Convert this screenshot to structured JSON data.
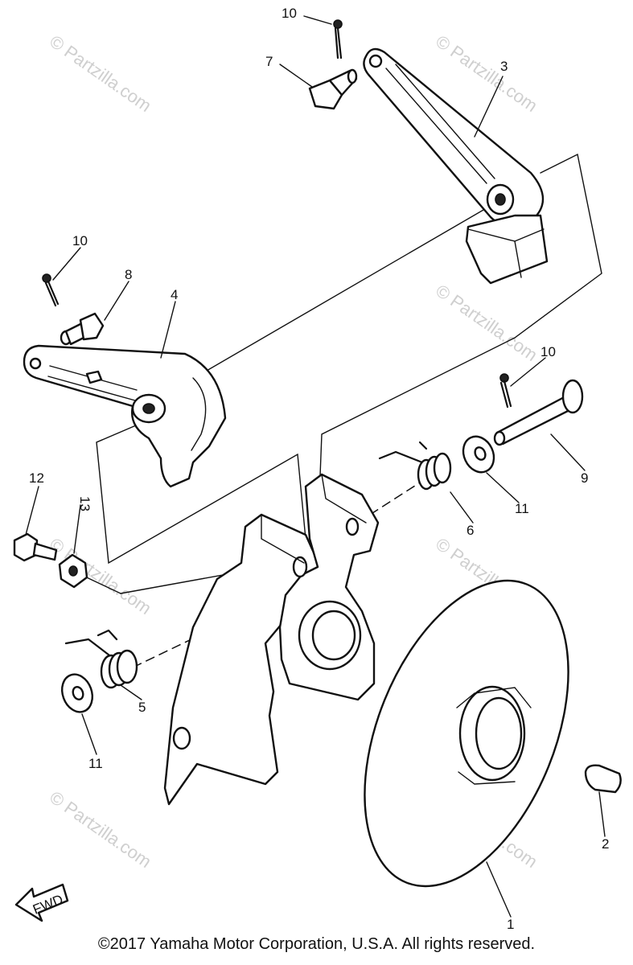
{
  "callouts": {
    "c1": "1",
    "c2": "2",
    "c3": "3",
    "c4": "4",
    "c5": "5",
    "c6": "6",
    "c7": "7",
    "c8": "8",
    "c9": "9",
    "c10a": "10",
    "c10b": "10",
    "c10c": "10",
    "c11a": "11",
    "c11b": "11",
    "c12": "12",
    "c13": "13"
  },
  "fwd_label": "FWD",
  "watermark": "© Partzilla.com",
  "copyright": "©2017 Yamaha Motor Corporation, U.S.A. All rights reserved."
}
